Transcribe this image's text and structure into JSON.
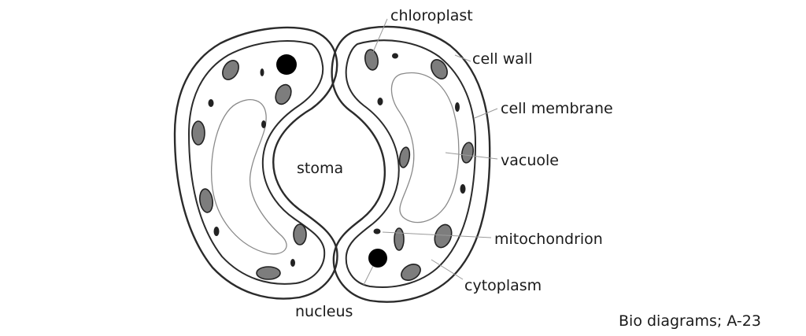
{
  "diagram": {
    "labels": {
      "chloroplast": "chloroplast",
      "cell_wall": "cell wall",
      "cell_membrane": "cell membrane",
      "vacuole": "vacuole",
      "mitochondrion": "mitochondrion",
      "cytoplasm": "cytoplasm",
      "nucleus": "nucleus",
      "stoma": "stoma"
    },
    "caption": "Bio diagrams; A-23"
  }
}
